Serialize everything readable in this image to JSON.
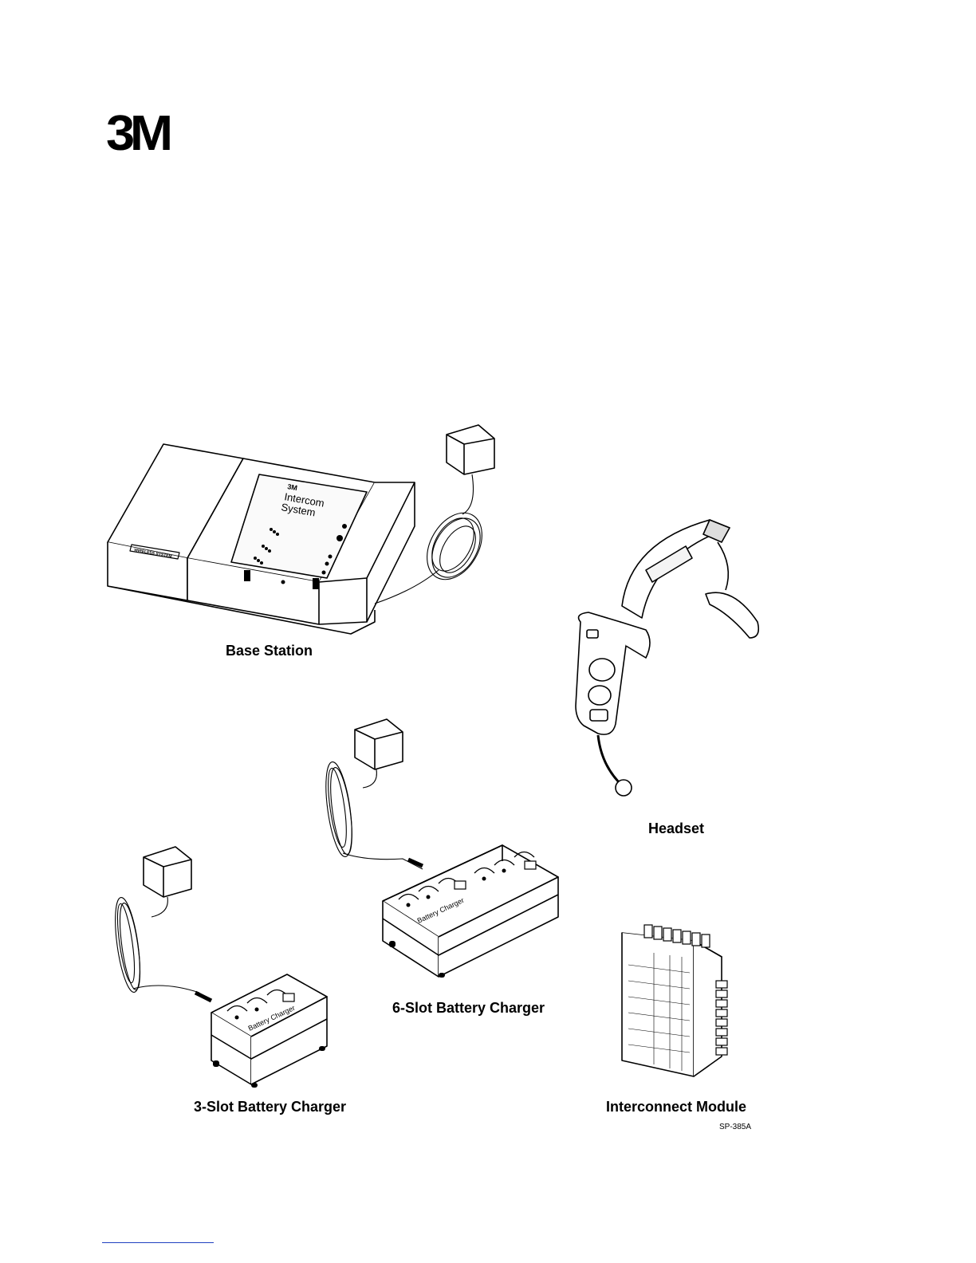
{
  "brand": {
    "logo_text": "3M"
  },
  "captions": {
    "base_station": "Base Station",
    "headset": "Headset",
    "six_slot": "6-Slot Battery Charger",
    "three_slot": "3-Slot Battery Charger",
    "interconnect": "Interconnect Module"
  },
  "figure_code": "SP-385A",
  "device_labels": {
    "base_brand": "3M",
    "base_title_1": "Intercom",
    "base_title_2": "System",
    "base_panel": "WIRELESS SYSTEM",
    "charger_label": "Battery Charger"
  }
}
